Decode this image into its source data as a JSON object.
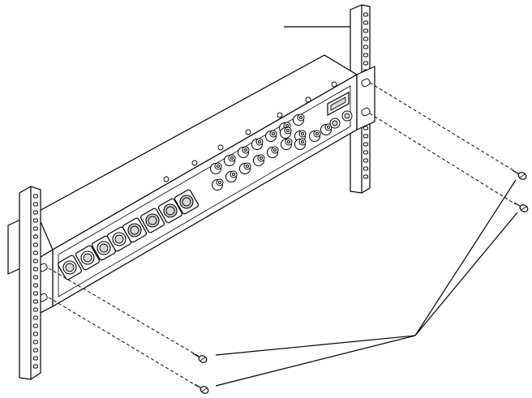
{
  "diagram": {
    "subject": "rack-mount-installation",
    "parts": [
      "rack-rail-left",
      "rack-rail-right",
      "unit-chassis",
      "rack-screws"
    ],
    "colors": {
      "line": "#000000",
      "connector_fill": "#d9d9d9",
      "background": "#ffffff"
    },
    "icons": [
      "screw-icon",
      "xlr-connector-icon",
      "bnc-connector-icon",
      "d-sub-connector-icon"
    ]
  }
}
